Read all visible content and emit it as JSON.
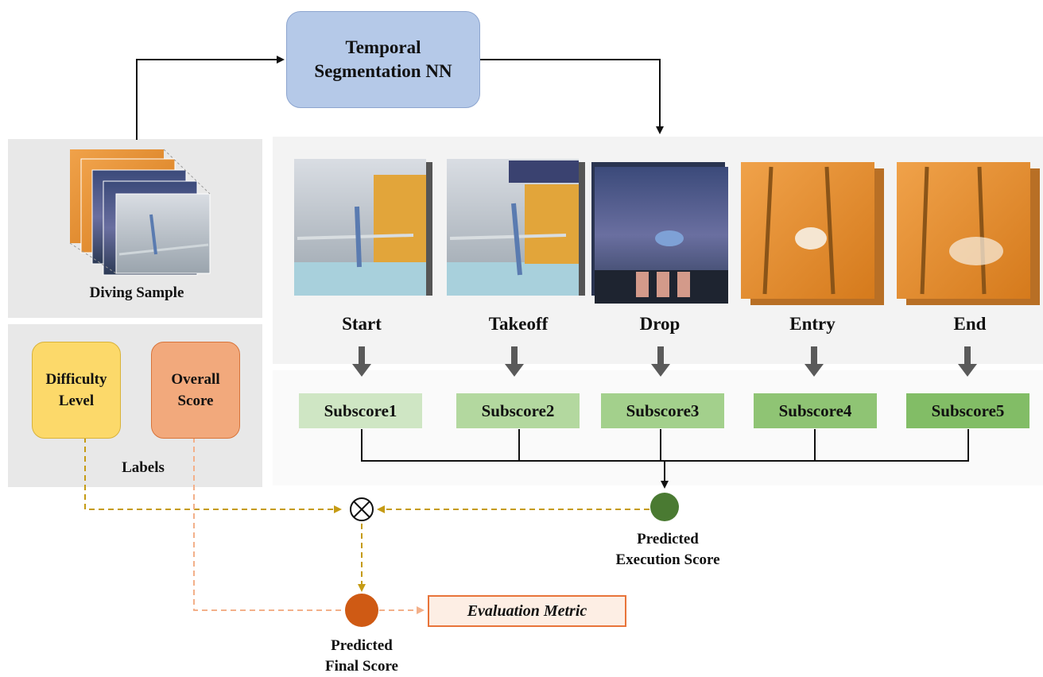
{
  "top_node": {
    "line1": "Temporal",
    "line2": "Segmentation NN"
  },
  "input": {
    "label": "Diving Sample"
  },
  "labels_panel": {
    "title": "Labels",
    "difficulty": {
      "line1": "Difficulty",
      "line2": "Level"
    },
    "overall": {
      "line1": "Overall",
      "line2": "Score"
    }
  },
  "phases": [
    {
      "name": "Start",
      "subscore": "Subscore1"
    },
    {
      "name": "Takeoff",
      "subscore": "Subscore2"
    },
    {
      "name": "Drop",
      "subscore": "Subscore3"
    },
    {
      "name": "Entry",
      "subscore": "Subscore4"
    },
    {
      "name": "End",
      "subscore": "Subscore5"
    }
  ],
  "execution_node": {
    "line1": "Predicted",
    "line2": "Execution Score"
  },
  "final_node": {
    "line1": "Predicted",
    "line2": "Final Score"
  },
  "multiply_symbol": "⊗",
  "evaluation": {
    "label": "Evaluation Metric"
  },
  "colors": {
    "nn_box": "#b5c9e8",
    "difficulty": "#fcd96a",
    "overall": "#f2a97c",
    "execution_dot": "#4a7a32",
    "final_dot": "#cf5a14",
    "difficulty_line": "#c59b14",
    "overall_line": "#f3b08a",
    "subscore_shades": [
      "#cfe6c4",
      "#b3d89f",
      "#a3d08c",
      "#8fc474",
      "#82bd66"
    ]
  }
}
